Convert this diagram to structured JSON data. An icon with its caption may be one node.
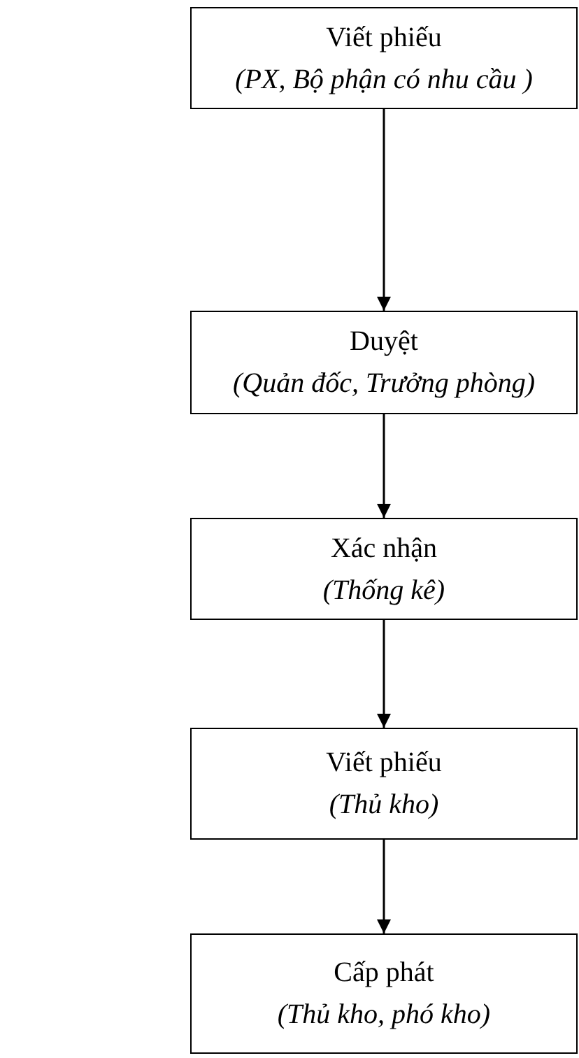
{
  "diagram": {
    "nodes": [
      {
        "text": [
          "Viết phiếu",
          "(PX, Bộ phận có nhu cầu )"
        ]
      },
      {
        "text": [
          "Duyệt",
          "(Quản đốc, Trưởng phòng)"
        ]
      },
      {
        "text": [
          "Xác nhận",
          "(Thống kê)"
        ]
      },
      {
        "text": [
          "Viết phiếu",
          "(Thủ kho)"
        ]
      },
      {
        "text": [
          "Cấp phát",
          "(Thủ kho, phó kho)"
        ]
      }
    ],
    "edges": [
      {
        "from": 0,
        "to": 1,
        "arrow": "to"
      },
      {
        "from": 1,
        "to": 2,
        "arrow": "to"
      },
      {
        "from": 2,
        "to": 3,
        "arrow": "to"
      },
      {
        "from": 3,
        "to": 4,
        "arrow": "to"
      }
    ]
  }
}
